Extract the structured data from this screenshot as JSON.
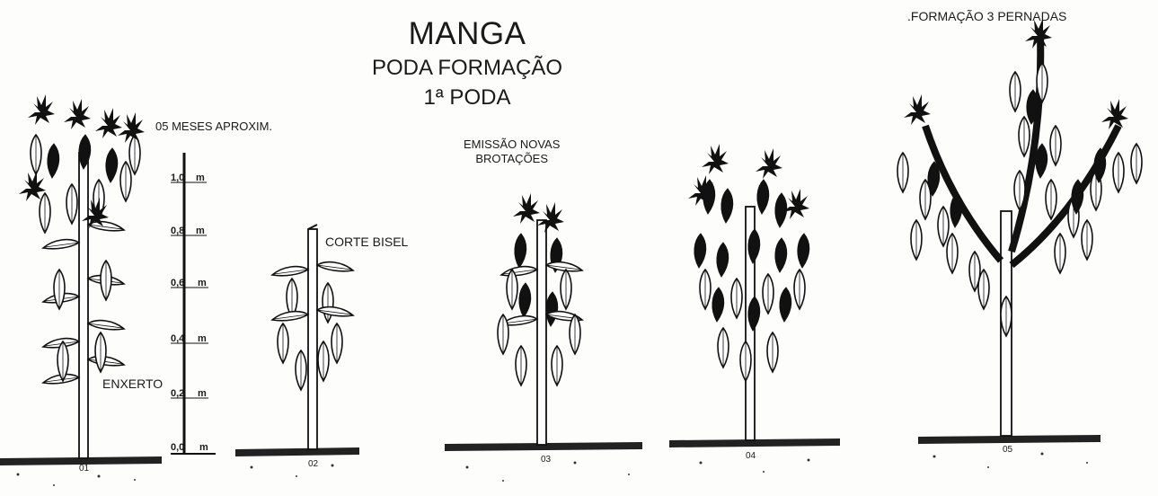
{
  "header": {
    "title": "MANGA",
    "subtitle": "PODA FORMAÇÃO",
    "subtitle2": "1ª PODA",
    "top_right": ".FORMAÇÃO 3 PERNADAS"
  },
  "labels": {
    "age": "05 MESES APROXIM.",
    "emission_line1": "EMISSÃO NOVAS",
    "emission_line2": "BROTAÇÕES",
    "cut": "CORTE BISEL",
    "graft": "ENXERTO"
  },
  "scale": {
    "ticks": [
      "1,0",
      "0,8",
      "0,6",
      "0,4",
      "0,2",
      "0,0"
    ],
    "unit": "m"
  },
  "plants": [
    "01",
    "02",
    "03",
    "04",
    "05"
  ]
}
